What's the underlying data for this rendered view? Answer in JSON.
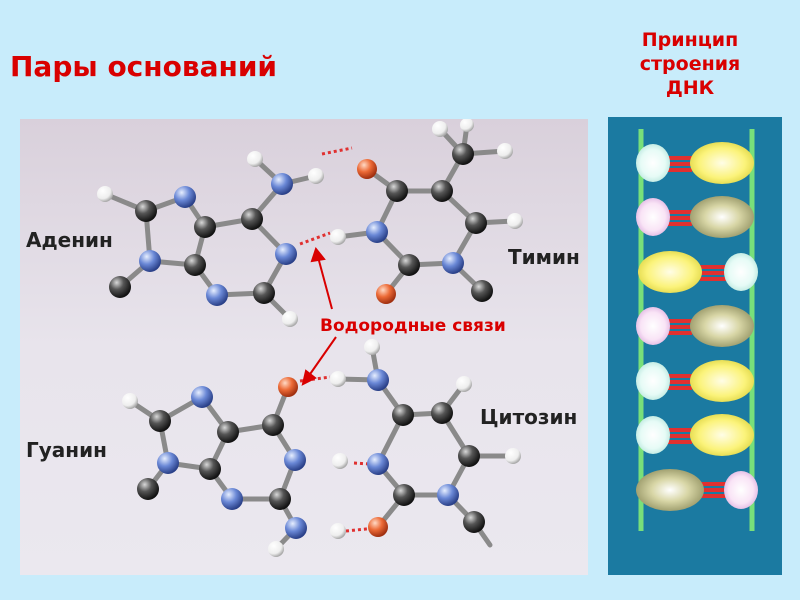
{
  "title": "Пары оснований",
  "side_title": [
    "Принцип",
    "строения",
    "ДНК"
  ],
  "labels": {
    "adenine": "Аденин",
    "thymine": "Тимин",
    "guanine": "Гуанин",
    "cytosine": "Цитозин",
    "hydrogen_bonds": "Водородные связи"
  },
  "colors": {
    "title_red": "#d90000",
    "backbone_green": "#78e07a",
    "strip_blue": "#1b7aa1",
    "atom_carbon": "#3a3a3a",
    "atom_nitrogen": "#5b78c8",
    "atom_oxygen": "#e06030",
    "atom_hydrogen": "#f4f4f4"
  }
}
